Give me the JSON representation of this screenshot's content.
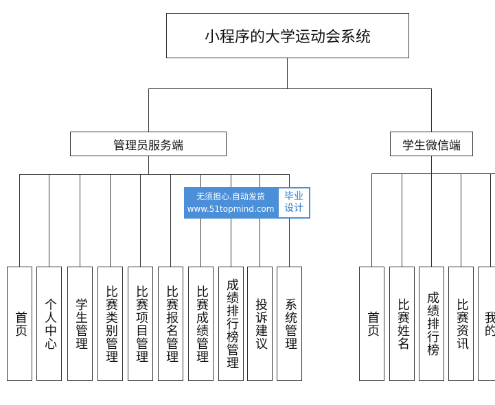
{
  "root": {
    "title": "小程序的大学运动会系统"
  },
  "admin": {
    "label": "管理员服务端",
    "modules": [
      "首页",
      "个人中心",
      "学生管理",
      "比赛类别管理",
      "比赛项目管理",
      "比赛报名管理",
      "比赛成绩管理",
      "成绩排行榜管理",
      "投诉建议",
      "系统管理"
    ]
  },
  "student": {
    "label": "学生微信端",
    "modules": [
      "首页",
      "比赛姓名",
      "成绩排行榜",
      "比赛资讯",
      "我的"
    ]
  },
  "watermark": {
    "line1": "无须担心.自动发货",
    "line2": "www.51topmind.com",
    "tag1": "毕业",
    "tag2": "设计"
  }
}
